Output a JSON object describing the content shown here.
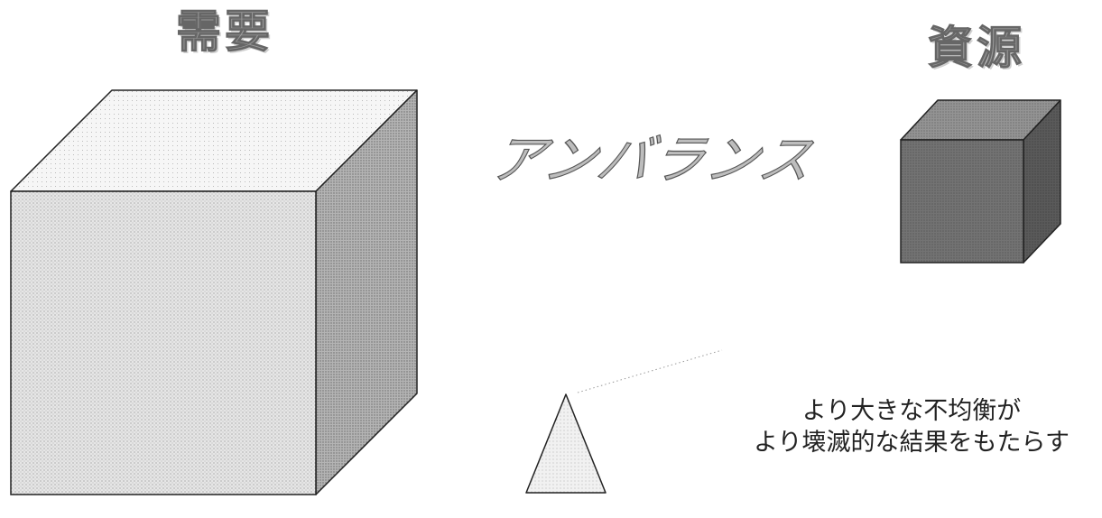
{
  "diagram": {
    "demand_label": "需要",
    "resource_label": "資源",
    "imbalance_label": "アンバランス",
    "consequence_lines": [
      "より大きな不均衡が",
      "より壊滅的な結果をもたらす"
    ]
  },
  "colors": {
    "large_cube_front": "#dedede",
    "large_cube_top": "#f3f3f3",
    "large_cube_side": "#a9a9a9",
    "small_cube_front": "#6e6e6e",
    "small_cube_top": "#8c8c8c",
    "small_cube_side": "#555555",
    "fulcrum_fill": "#eeeeee",
    "outline": "#222222"
  }
}
